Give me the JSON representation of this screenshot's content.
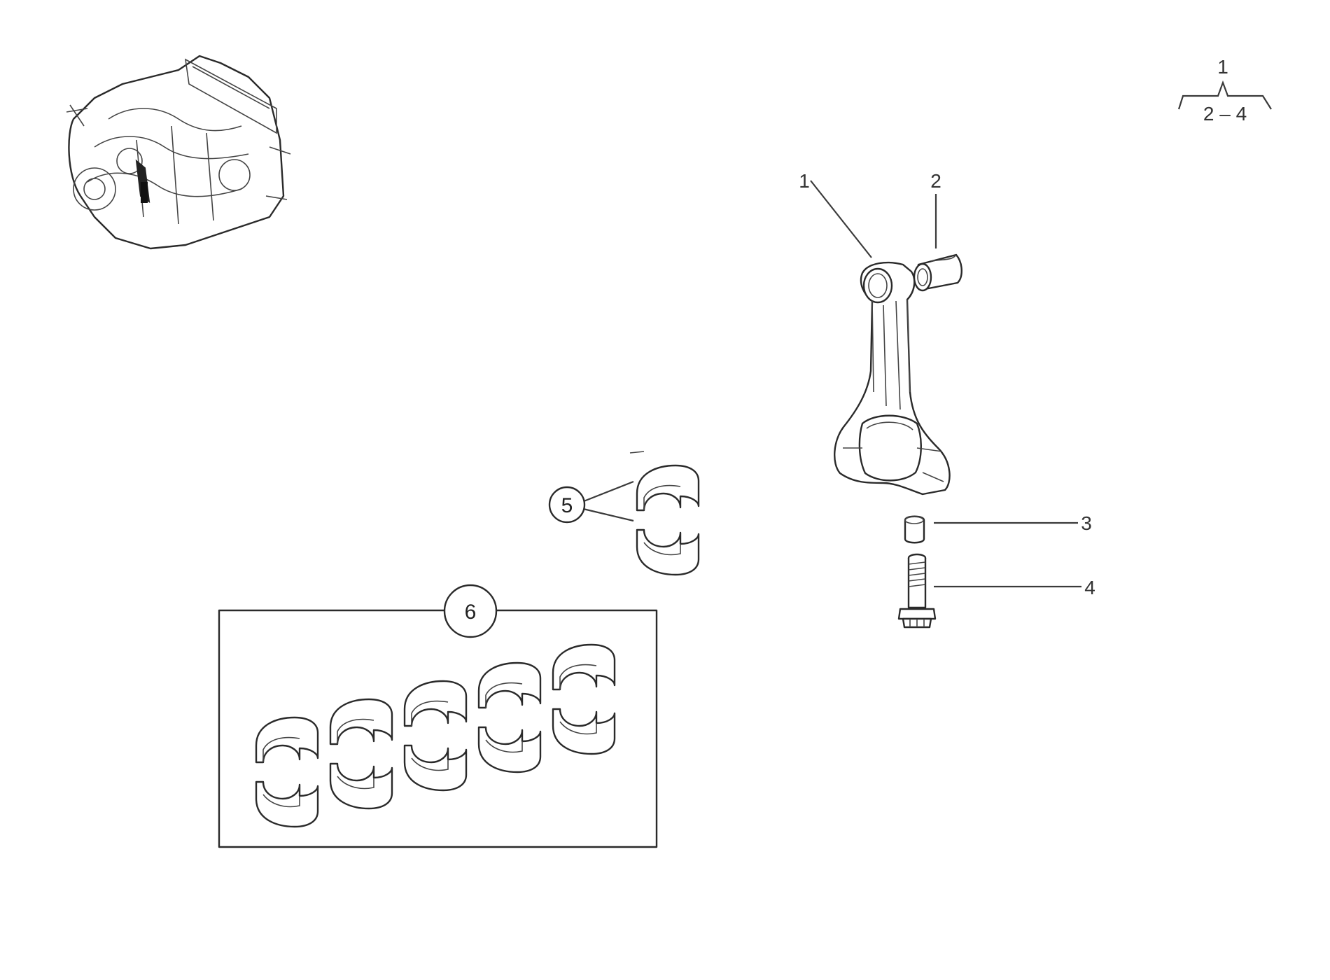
{
  "assembly_note": {
    "top": "1",
    "bottom": "2 – 4"
  },
  "callouts": {
    "p1": "1",
    "p2": "2",
    "p3": "3",
    "p4": "4",
    "p5": "5",
    "p6": "6"
  },
  "icons": {
    "engine": "engine-overview-icon",
    "rod": "connecting-rod-icon",
    "bushing": "bushing-icon",
    "sleeve": "dowel-sleeve-icon",
    "bolt": "rod-bolt-icon",
    "bearing": "bearing-shell-icon"
  },
  "bearing_set_count": 5
}
